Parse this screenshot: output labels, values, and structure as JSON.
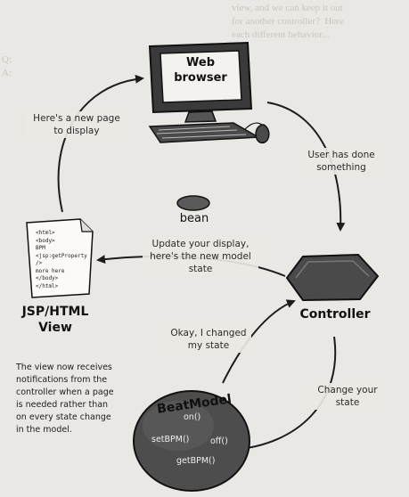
{
  "nodes": {
    "browser_label": "Web\nbrowser",
    "controller_label": "Controller",
    "bean_label": "bean",
    "view_label": "JSP/HTML\nView",
    "model_title": "BeatModel",
    "model_methods": [
      "on()",
      "setBPM()",
      "off()",
      "getBPM()"
    ]
  },
  "view_doc_lines": [
    "<html>",
    "<body>",
    "BPM",
    "<jsp:getProperty />",
    "more here",
    "</body>",
    "</html>"
  ],
  "arrows": {
    "view_to_browser": "Here's a new page\nto display",
    "browser_to_controller": "User has done\nsomething",
    "controller_to_view": "Update your display,\nhere's the new model\nstate",
    "model_to_controller": "Okay, I changed\nmy state",
    "controller_to_model": "Change your\nstate"
  },
  "note": "The view now receives\nnotifications from the\ncontroller when a page\nis needed rather than\non every state change\nin the model.",
  "colors": {
    "background": "#eae8e4",
    "ink": "#1c1c1c",
    "monitor": "#3a3a3a",
    "controller": "#4a4a4a",
    "model": "#4d4d4d",
    "screen": "#f4f2ee"
  }
}
